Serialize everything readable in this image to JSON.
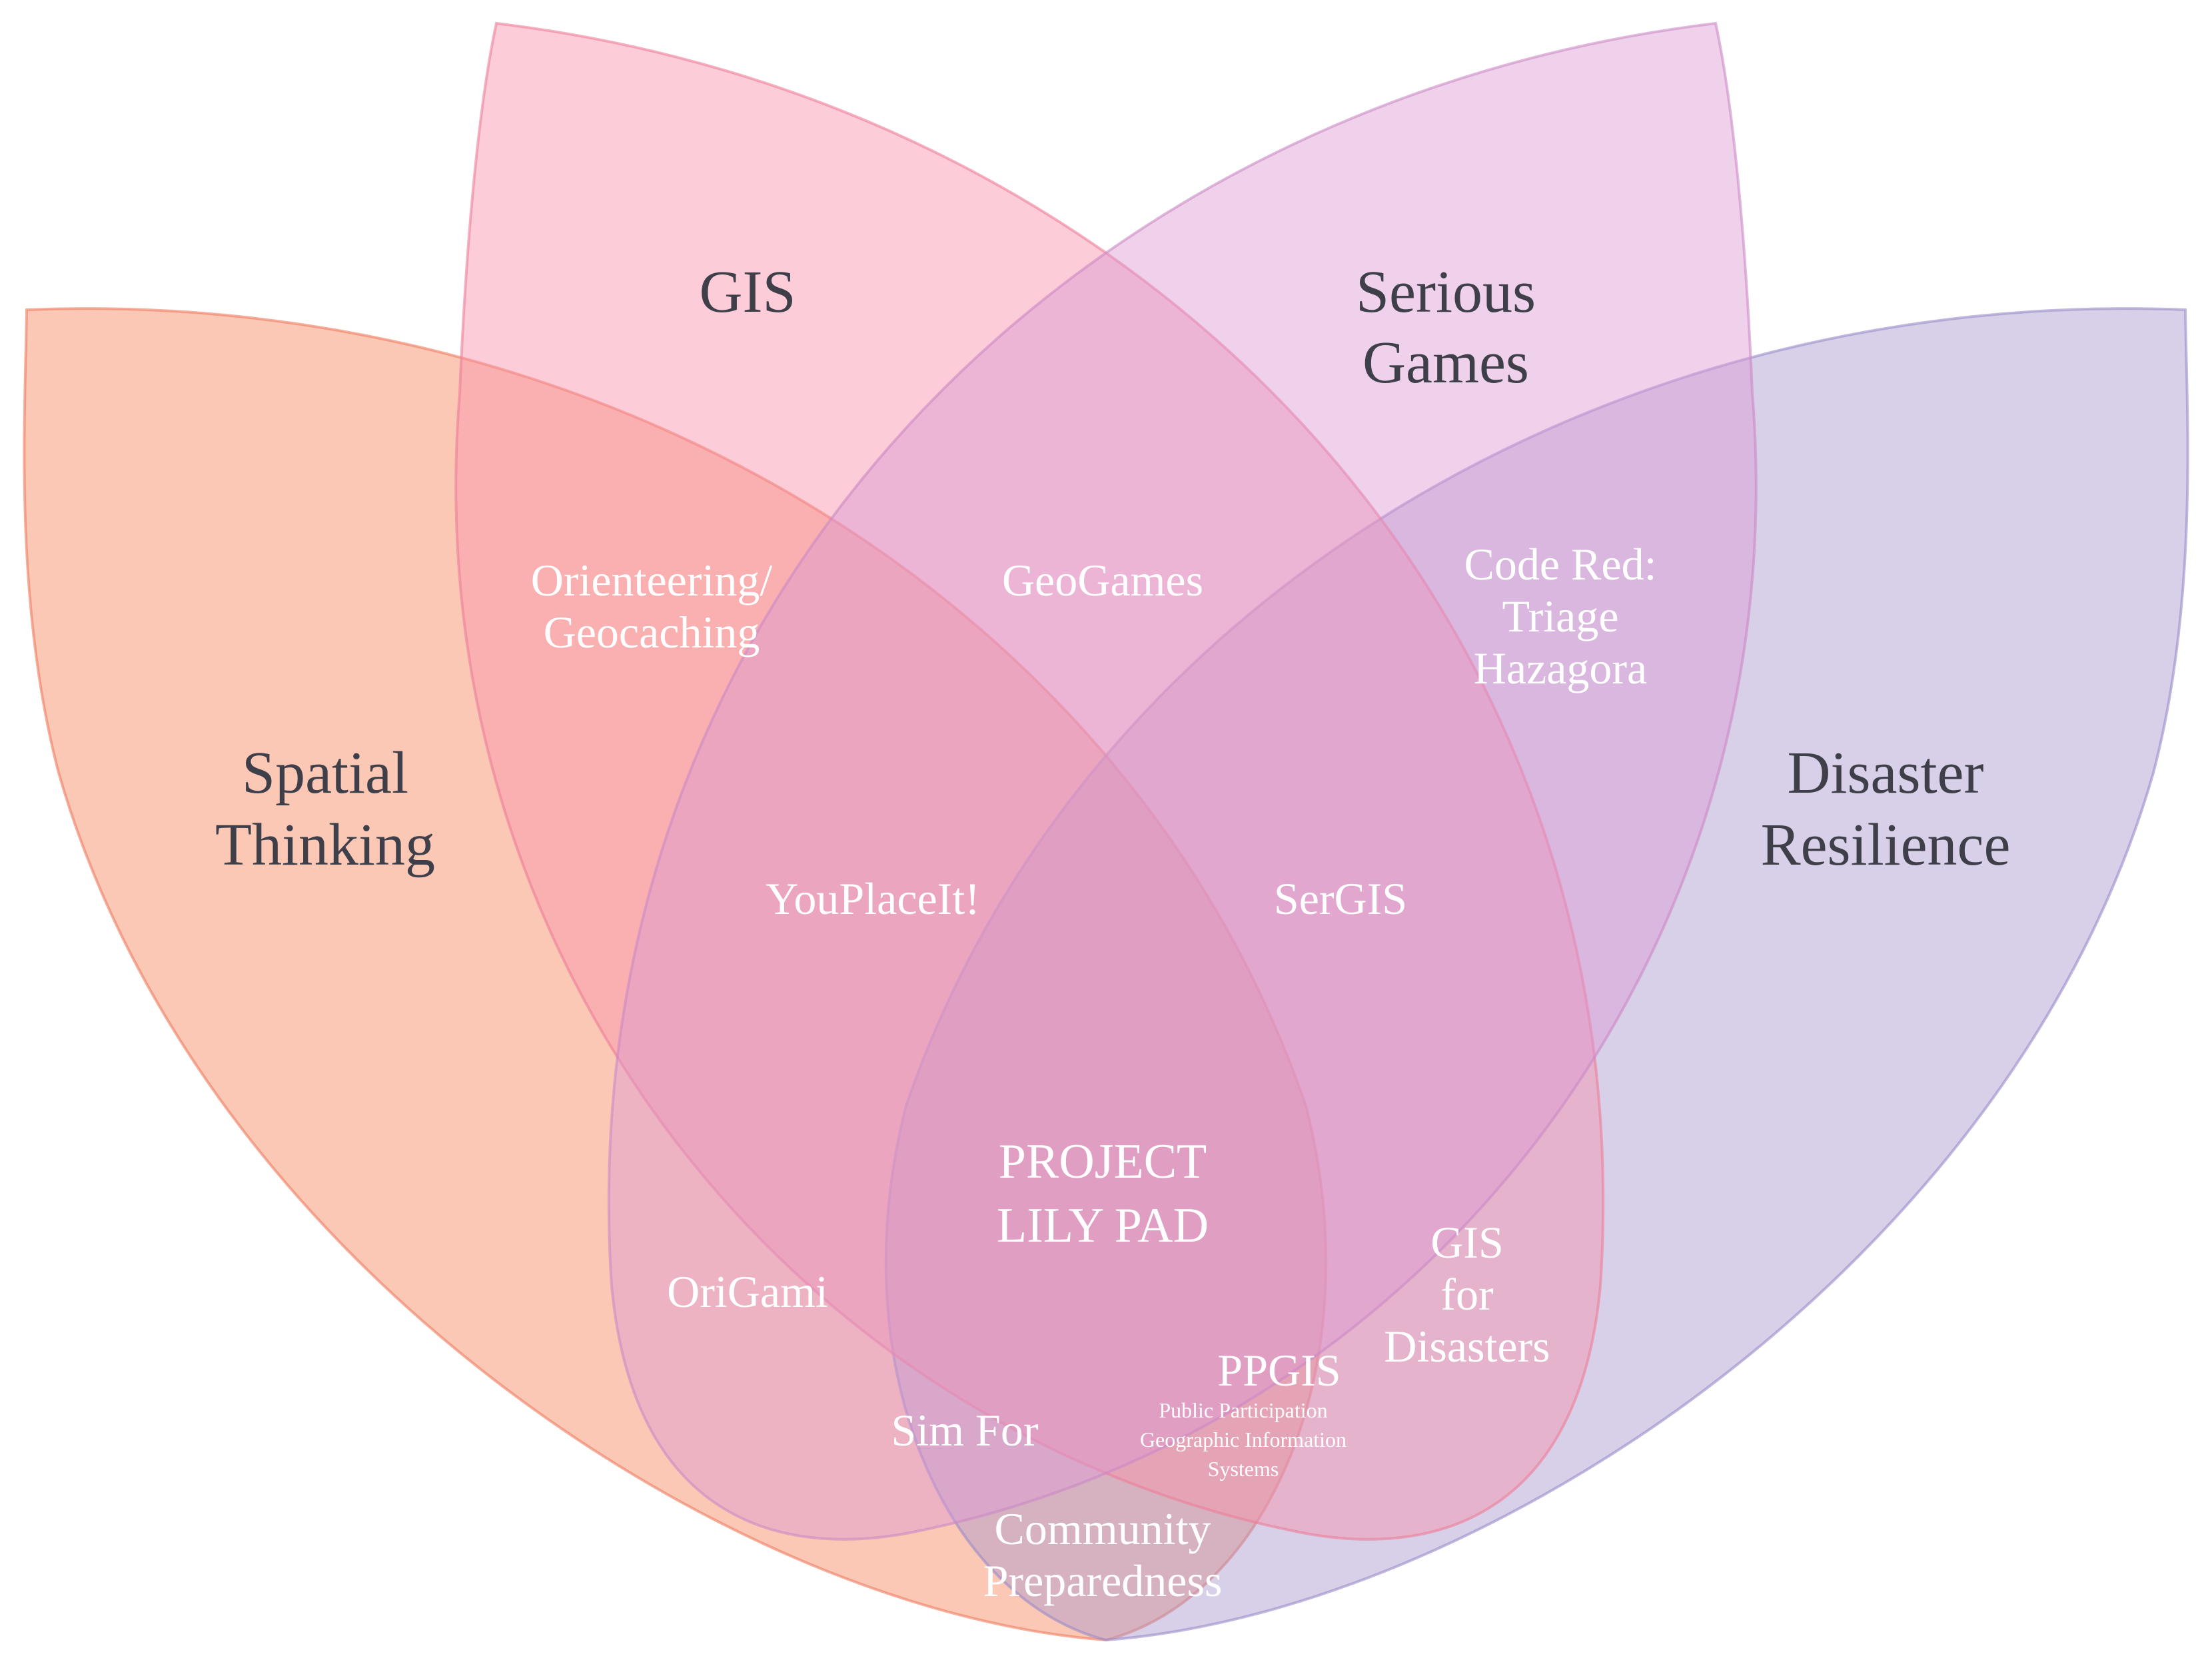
{
  "colors": {
    "spatial_thinking": "#f7845e",
    "gis": "#f890a8",
    "serious_games": "#dc9ad2",
    "disaster_resilience": "#a897cf",
    "community": "#d77a86",
    "gis_disasters": "#d286b4"
  },
  "categories": {
    "gis": "GIS",
    "serious_games": [
      "Serious",
      "Games"
    ],
    "spatial_thinking": [
      "Spatial",
      "Thinking"
    ],
    "disaster_resilience": [
      "Disaster",
      "Resilience"
    ]
  },
  "items": {
    "orienteering": [
      "Orienteering/",
      "Geocaching"
    ],
    "geogames": "GeoGames",
    "code_red": [
      "Code Red:",
      "Triage",
      "Hazagora"
    ],
    "youplaceit": "YouPlaceIt!",
    "sergis": "SerGIS",
    "project": [
      "PROJECT",
      "LILY PAD"
    ],
    "origami": "OriGami",
    "gis_for_disasters": [
      "GIS",
      "for",
      "Disasters"
    ],
    "ppgis": "PPGIS",
    "ppgis_full": [
      "Public Participation",
      "Geographic Information",
      "Systems"
    ],
    "sim_for": "Sim For",
    "community_preparedness": [
      "Community",
      "Preparedness"
    ]
  }
}
